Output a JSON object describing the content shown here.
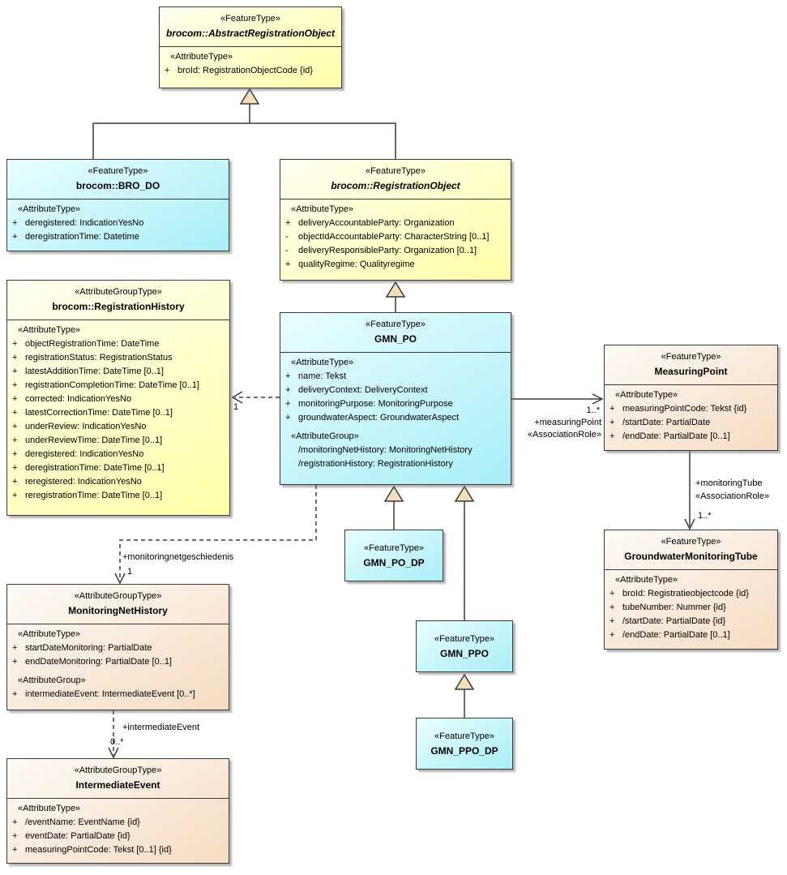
{
  "colors": {
    "feature_yellow": "#FFFFC2",
    "feature_cyan": "#BDF3F9",
    "group_tan": "#F9E4CE",
    "border": "#3A3A3A",
    "line": "#3A3A3A",
    "arrow_fill": "#F2E0BD",
    "shadow": "#787878"
  },
  "classes": {
    "abstract_registration_object": {
      "stereotype": "«FeatureType»",
      "name": "brocom::AbstractRegistrationObject",
      "sections": [
        {
          "label": "«AttributeType»",
          "rows": [
            {
              "p": "+",
              "t": "broId: RegistrationObjectCode {id}"
            }
          ]
        }
      ]
    },
    "bro_do": {
      "stereotype": "«FeatureType»",
      "name": "brocom::BRO_DO",
      "sections": [
        {
          "label": "«AttributeType»",
          "rows": [
            {
              "p": "+",
              "t": "deregistered: IndicationYesNo"
            },
            {
              "p": "+",
              "t": "deregistrationTime: Datetime"
            }
          ]
        }
      ]
    },
    "registration_object": {
      "stereotype": "«FeatureType»",
      "name": "brocom::RegistrationObject",
      "sections": [
        {
          "label": "«AttributeType»",
          "rows": [
            {
              "p": "+",
              "t": "deliveryAccountableParty: Organization"
            },
            {
              "p": "-",
              "t": "objectIdAccountableParty: CharacterString [0..1]"
            },
            {
              "p": "-",
              "t": "deliveryResponsibleParty: Organization [0..1]"
            },
            {
              "p": "+",
              "t": "qualityRegime: Qualityregime"
            }
          ]
        }
      ]
    },
    "registration_history": {
      "stereotype": "«AttributeGroupType»",
      "name": "brocom::RegistrationHistory",
      "sections": [
        {
          "label": "«AttributeType»",
          "rows": [
            {
              "p": "+",
              "t": "objectRegistrationTime: DateTime"
            },
            {
              "p": "+",
              "t": "registrationStatus: RegistrationStatus"
            },
            {
              "p": "+",
              "t": "latestAdditionTime: DateTime [0..1]"
            },
            {
              "p": "+",
              "t": "registrationCompletionTime: DateTime [0..1]"
            },
            {
              "p": "+",
              "t": "corrected: IndicationYesNo"
            },
            {
              "p": "+",
              "t": "latestCorrectionTime: DateTime [0..1]"
            },
            {
              "p": "+",
              "t": "underReview: IndicationYesNo"
            },
            {
              "p": "+",
              "t": "underReviewTime: DateTime [0..1]"
            },
            {
              "p": "+",
              "t": "deregistered: IndicationYesNo"
            },
            {
              "p": "+",
              "t": "deregistrationTime: DateTime [0..1]"
            },
            {
              "p": "+",
              "t": "reregistered: IndicationYesNo"
            },
            {
              "p": "+",
              "t": "reregistrationTime: DateTime [0..1]"
            }
          ]
        }
      ]
    },
    "gmn_po": {
      "stereotype": "«FeatureType»",
      "name": "GMN_PO",
      "sections": [
        {
          "label": "«AttributeType»",
          "rows": [
            {
              "p": "+",
              "t": "name: Tekst"
            },
            {
              "p": "+",
              "t": "deliveryContext: DeliveryContext"
            },
            {
              "p": "+",
              "t": "monitoringPurpose: MonitoringPurpose"
            },
            {
              "p": "+",
              "t": "groundwaterAspect: GroundwaterAspect"
            }
          ]
        },
        {
          "label": "«AttributeGroup»",
          "rows": [
            {
              "p": "",
              "t": "/monitoringNetHistory: MonitoringNetHistory"
            },
            {
              "p": "",
              "t": "/registrationHistory: RegistrationHistory"
            }
          ]
        }
      ]
    },
    "measuring_point": {
      "stereotype": "«FeatureType»",
      "name": "MeasuringPoint",
      "sections": [
        {
          "label": "«AttributeType»",
          "rows": [
            {
              "p": "+",
              "t": "measuringPointCode: Tekst {id}"
            },
            {
              "p": "+",
              "t": "/startDate: PartialDate"
            },
            {
              "p": "+",
              "t": "/endDate: PartialDate [0..1]"
            }
          ]
        }
      ]
    },
    "groundwater_monitoring_tube": {
      "stereotype": "«FeatureType»",
      "name": "GroundwaterMonitoringTube",
      "sections": [
        {
          "label": "«AttributeType»",
          "rows": [
            {
              "p": "+",
              "t": "broId: Registratieobjectcode {id}"
            },
            {
              "p": "+",
              "t": "tubeNumber: Nummer {id}"
            },
            {
              "p": "+",
              "t": "/startDate: PartialDate {id}"
            },
            {
              "p": "+",
              "t": "/endDate: PartialDate [0..1]"
            }
          ]
        }
      ]
    },
    "gmn_po_dp": {
      "stereotype": "«FeatureType»",
      "name": "GMN_PO_DP"
    },
    "gmn_ppo": {
      "stereotype": "«FeatureType»",
      "name": "GMN_PPO"
    },
    "gmn_ppo_dp": {
      "stereotype": "«FeatureType»",
      "name": "GMN_PPO_DP"
    },
    "monitoring_net_history": {
      "stereotype": "«AttributeGroupType»",
      "name": "MonitoringNetHistory",
      "sections": [
        {
          "label": "«AttributeType»",
          "rows": [
            {
              "p": "+",
              "t": "startDateMonitoring: PartialDate"
            },
            {
              "p": "+",
              "t": "endDateMonitoring: PartialDate [0..1]"
            }
          ]
        },
        {
          "label": "«AttributeGroup»",
          "rows": [
            {
              "p": "+",
              "t": "intermediateEvent: IntermediateEvent [0..*]"
            }
          ]
        }
      ]
    },
    "intermediate_event": {
      "stereotype": "«AttributeGroupType»",
      "name": "IntermediateEvent",
      "sections": [
        {
          "label": "«AttributeType»",
          "rows": [
            {
              "p": "+",
              "t": "/eventName: EventName {id}"
            },
            {
              "p": "+",
              "t": "eventDate: PartialDate {id}"
            },
            {
              "p": "+",
              "t": "measuringPointCode: Tekst [0..1] {id}"
            }
          ]
        }
      ]
    }
  },
  "edge_labels": {
    "registration_history_mult": "1",
    "measuring_point_mult": "1..*",
    "measuring_point_role": "+measuringPoint",
    "measuring_point_stereotype": "«AssociationRole»",
    "monitoring_tube_role": "+monitoringTube",
    "monitoring_tube_stereotype": "«AssociationRole»",
    "monitoring_tube_mult": "1..*",
    "monitoringnet_role": "+monitoringnetgeschiedenis",
    "monitoringnet_mult": "1",
    "intermediate_event_role": "+intermediateEvent",
    "intermediate_event_mult": "0..*"
  }
}
